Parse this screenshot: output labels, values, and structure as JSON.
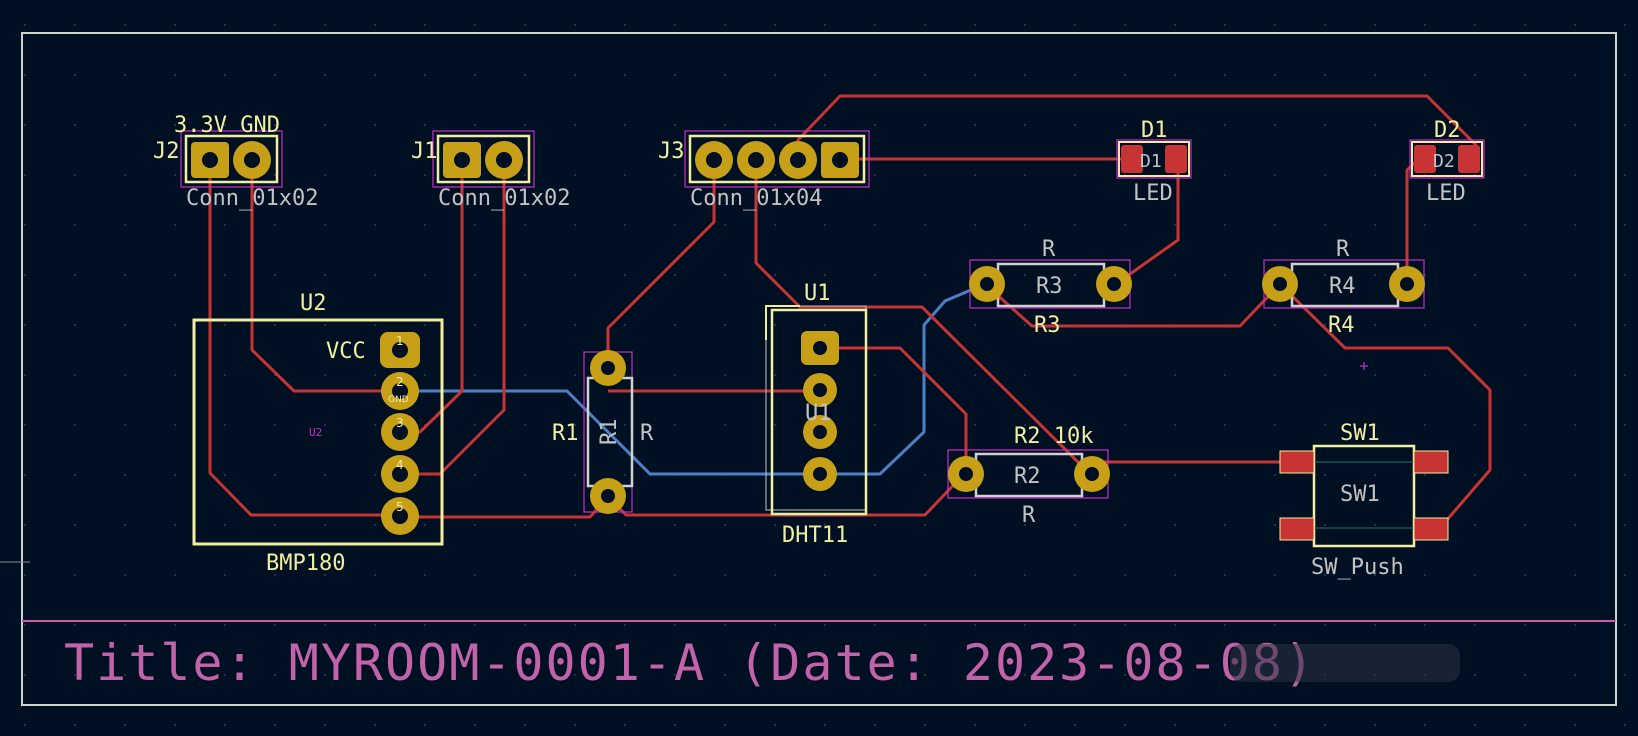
{
  "title_block": {
    "text": "Title: MYROOM-0001-A (Date: 2023-08-08)"
  },
  "labels": {
    "j2_header": "3.3V GND",
    "j2_ref": "J2",
    "j2_value": "Conn_01x02",
    "j1_ref": "J1",
    "j1_value": "Conn_01x02",
    "j3_ref": "J3",
    "j3_value": "Conn_01x04",
    "d1_ref": "D1",
    "d1_silk": "D1",
    "d1_value": "LED",
    "d2_ref": "D2",
    "d2_silk": "D2",
    "d2_value": "LED",
    "u2_ref": "U2",
    "u2_value": "BMP180",
    "u2_vcc": "VCC",
    "u2_small": "U2",
    "u2_pins": [
      "1",
      "2",
      "3",
      "4",
      "5"
    ],
    "u2_pin2_name": "GND",
    "r1_ref": "R1",
    "r1_silk": "R1",
    "r1_value": "R",
    "u1_ref": "U1",
    "u1_silk": "U1",
    "u1_value": "DHT11",
    "r3_value": "R",
    "r3_silk": "R3",
    "r3_ref": "R3",
    "r4_value": "R",
    "r4_silk": "R4",
    "r4_ref": "R4",
    "r2_ref": "R2 10k",
    "r2_silk": "R2",
    "r2_value": "R",
    "sw1_ref": "SW1",
    "sw1_silk": "SW1",
    "sw1_value": "SW_Push"
  },
  "colors": {
    "background": "#001023",
    "board_outline": "#d0d2cd",
    "front_copper": "#c83434",
    "back_copper": "#4d7fc4",
    "pad": "#c8a018",
    "silkscreen": "#f2eda1",
    "fab_text": "#c2c2c2",
    "courtyard": "#c82ec8",
    "title_text": "#c262a8"
  }
}
